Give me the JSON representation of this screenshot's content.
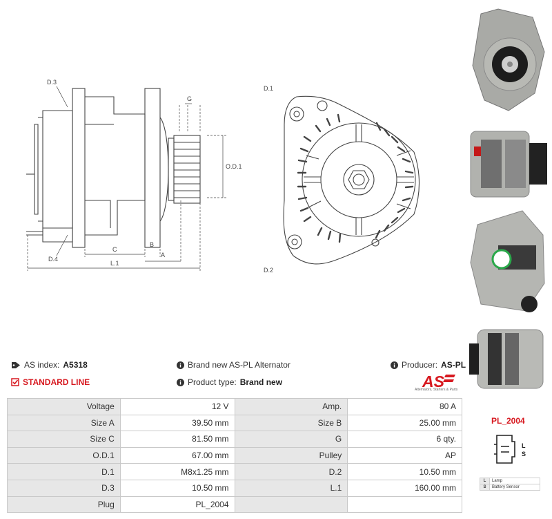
{
  "diagram": {
    "labels": {
      "d3": "D.3",
      "d4": "D.4",
      "g": "G",
      "od1": "O.D.1",
      "c": "C",
      "b": "B",
      "a": "A",
      "l1": "L.1",
      "d1": "D.1",
      "d2": "D.2"
    }
  },
  "info": {
    "as_index_label": "AS index:",
    "as_index_value": "A5318",
    "standard_line": "STANDARD LINE",
    "description": "Brand new AS-PL Alternator",
    "product_type_label": "Product type:",
    "product_type_value": "Brand new",
    "producer_label": "Producer:",
    "producer_value": "AS-PL"
  },
  "logo": {
    "text": "AS",
    "tagline": "Alternators, Starters & Parts"
  },
  "specs": [
    [
      "Voltage",
      "12 V",
      "Amp.",
      "80 A"
    ],
    [
      "Size A",
      "39.50 mm",
      "Size B",
      "25.00 mm"
    ],
    [
      "Size C",
      "81.50 mm",
      "G",
      "6 qty."
    ],
    [
      "O.D.1",
      "67.00 mm",
      "Pulley",
      "AP"
    ],
    [
      "D.1",
      "M8x1.25 mm",
      "D.2",
      "10.50 mm"
    ],
    [
      "D.3",
      "10.50 mm",
      "L.1",
      "160.00 mm"
    ],
    [
      "Plug",
      "PL_2004",
      "",
      ""
    ]
  ],
  "plug": {
    "title": "PL_2004",
    "pins": [
      "L",
      "S"
    ],
    "legend": [
      {
        "key": "L",
        "value": "Lamp"
      },
      {
        "key": "S",
        "value": "Battery Sensor"
      }
    ]
  },
  "colors": {
    "accent": "#d71920",
    "label_bg": "#e7e7e7",
    "border": "#c9c9c9"
  },
  "icons": [
    "tag-icon",
    "check-square-icon",
    "info-icon"
  ]
}
